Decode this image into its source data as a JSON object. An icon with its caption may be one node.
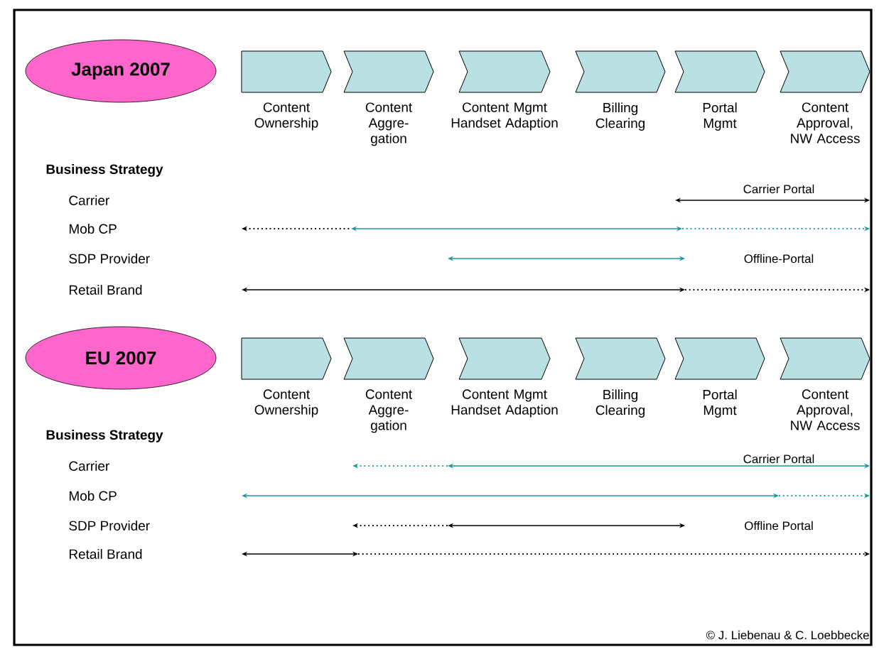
{
  "diagram": {
    "nodes": [
      {
        "text": [
          "Japan 2007"
        ]
      },
      {
        "text": [
          "Content Ownership"
        ]
      },
      {
        "text": [
          "Content Aggre- gation"
        ]
      },
      {
        "text": [
          "Content Mgmt Handset Adaption"
        ]
      },
      {
        "text": [
          "Billing Clearing"
        ]
      },
      {
        "text": [
          "Portal Mgmt"
        ]
      },
      {
        "text": [
          "Content Approval, NW Access"
        ]
      },
      {
        "text": [
          "EU 2007"
        ]
      },
      {
        "text": [
          "Content Ownership"
        ]
      },
      {
        "text": [
          "Content Aggre- gation"
        ]
      },
      {
        "text": [
          "Content Mgmt Handset Adaption"
        ]
      },
      {
        "text": [
          "Billing Clearing"
        ]
      },
      {
        "text": [
          "Portal Mgmt"
        ]
      },
      {
        "text": [
          "Content Approval, NW Access"
        ]
      }
    ],
    "labels": [
      "Business Strategy",
      "Carrier",
      "Carrier Portal",
      "Mob CP",
      "SDP Provider",
      "Offline-Portal",
      "Retail Brand",
      "Business Strategy",
      "Carrier",
      "Carrier Portal",
      "Mob CP",
      "SDP Provider",
      "Offline Portal",
      "Retail Brand",
      "© J. Liebenau & C. Loebbecke"
    ]
  }
}
